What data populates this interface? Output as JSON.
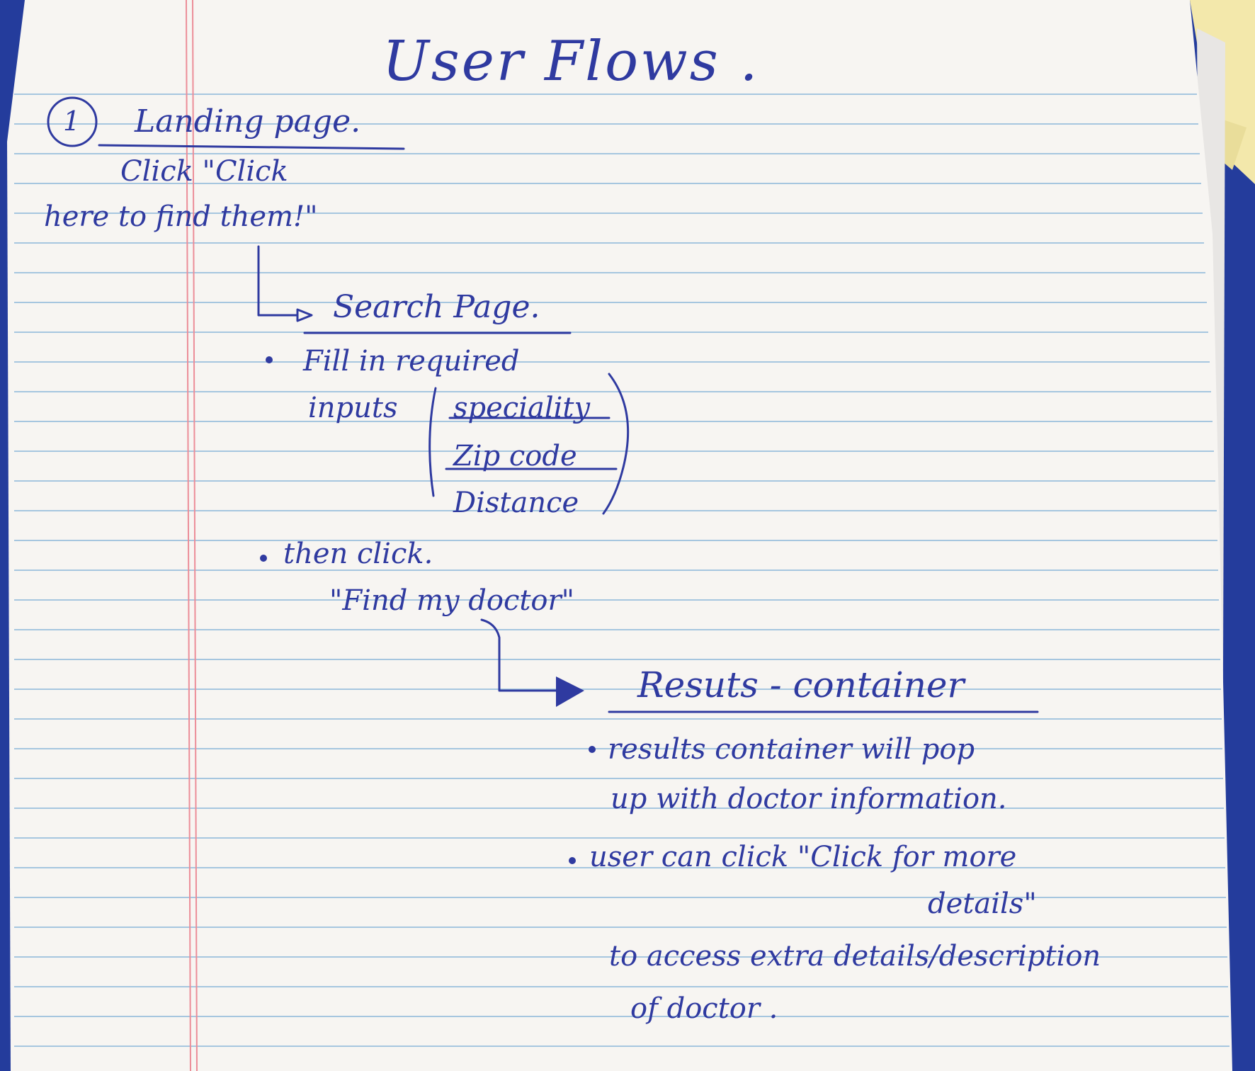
{
  "title": "User Flows .",
  "step_number": "1",
  "landing": {
    "heading": "Landing page.",
    "instruction_line1": "Click \"Click",
    "instruction_line2": "here to find them!\""
  },
  "search": {
    "heading": "Search Page.",
    "bullet1_line1": "Fill in required",
    "bullet1_inputs_label": "inputs",
    "inputs": [
      "speciality",
      "Zip code",
      "Distance"
    ],
    "bullet2_line1": "then click.",
    "bullet2_line2": "\"Find my doctor\""
  },
  "results": {
    "heading": "Resuts - container",
    "bullet1_line1": "results container will pop",
    "bullet1_line2": "up with doctor information.",
    "bullet2_line1": "user can click \"Click for more",
    "bullet2_line2": "details\"",
    "bullet2_line3": "to access extra details/description",
    "bullet2_line4": "of doctor ."
  },
  "colors": {
    "ink": "#2f3aa0",
    "paper": "#f7f5f2",
    "rule_lines": "#9cc0dc",
    "margin_line": "#ec8d98",
    "background": "#243c9c",
    "sticky_note": "#f6ecb2"
  }
}
